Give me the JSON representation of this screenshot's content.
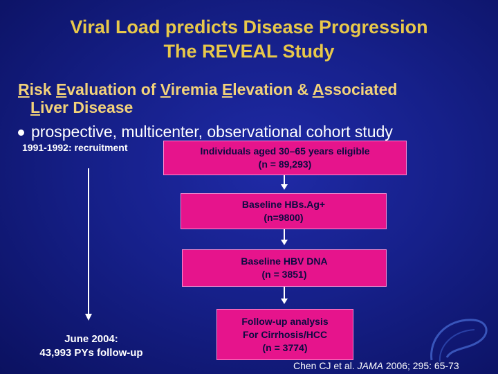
{
  "title": {
    "line1": "Viral Load predicts Disease Progression",
    "line2": "The REVEAL Study"
  },
  "acronym": {
    "line1_parts": [
      {
        "u": "R",
        "t": "isk "
      },
      {
        "u": "E",
        "t": "valuation of "
      },
      {
        "u": "V",
        "t": "iremia "
      },
      {
        "u": "E",
        "t": "levation & "
      },
      {
        "u": "A",
        "t": "ssociated"
      }
    ],
    "line2_parts": [
      {
        "u": "L",
        "t": "iver Disease"
      }
    ]
  },
  "bullet": "prospective, multicenter, observational cohort study",
  "timeline": {
    "start_label": "1991-1992: recruitment",
    "end_label_line1": "June 2004:",
    "end_label_line2": "43,993 PYs follow-up"
  },
  "boxes": [
    {
      "line1": "Individuals aged 30–65 years eligible",
      "line2": "(n = 89,293)"
    },
    {
      "line1": "Baseline HBs.Ag+",
      "line2": "(n=9800)"
    },
    {
      "line1": "Baseline HBV DNA",
      "line2": "(n = 3851)"
    },
    {
      "line1": "Follow-up analysis",
      "line2": "For Cirrhosis/HCC",
      "line3": "(n = 3774)"
    }
  ],
  "citation": {
    "authors": "Chen CJ  et al.",
    "journal": "JAMA",
    "details": "2006; 295: 65-73"
  }
}
